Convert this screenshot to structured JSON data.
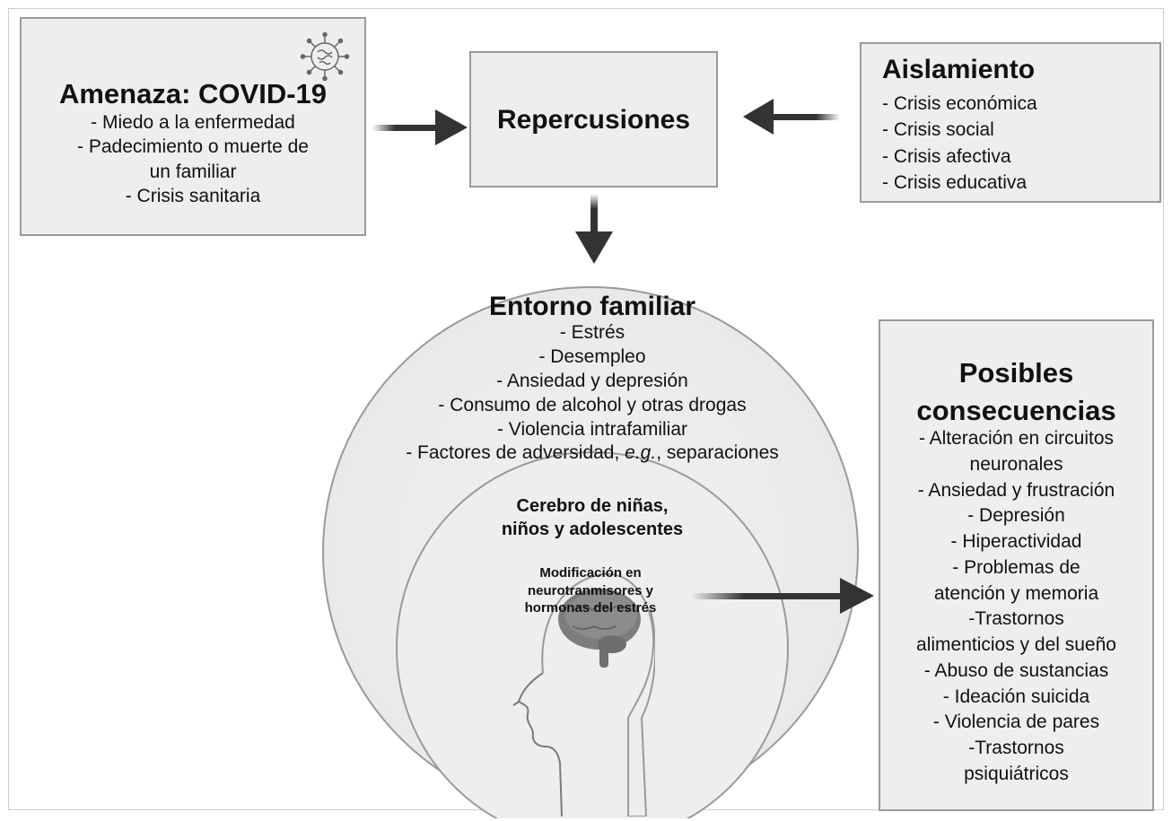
{
  "amenaza": {
    "title": "Amenaza: COVID-19",
    "items": [
      "- Miedo a la enfermedad",
      "- Padecimiento o muerte de",
      "un familiar",
      "- Crisis sanitaria"
    ]
  },
  "repercusiones": {
    "title": "Repercusiones"
  },
  "aislamiento": {
    "title": "Aislamiento",
    "items": [
      "- Crisis económica",
      "- Crisis social",
      "- Crisis afectiva",
      "- Crisis educativa"
    ]
  },
  "entorno": {
    "title": "Entorno familiar",
    "items": [
      "- Estrés",
      "- Desempleo",
      "- Ansiedad y depresión",
      "- Consumo de alcohol y otras drogas",
      "- Violencia intrafamiliar"
    ],
    "last_item_prefix": "- Factores de adversidad, ",
    "last_item_italic": "e.g.",
    "last_item_suffix": ", separaciones"
  },
  "cerebro": {
    "title_lines": [
      "Cerebro de niñas,",
      "niños y adolescentes"
    ],
    "modification_lines": [
      "Modificación en",
      "neurotranmisores y",
      "hormonas del estrés"
    ]
  },
  "consecuencias": {
    "title_lines": [
      "Posibles",
      "consecuencias"
    ],
    "items": [
      "- Alteración en circuitos",
      "neuronales",
      "- Ansiedad y frustración",
      "- Depresión",
      "- Hiperactividad",
      "- Problemas de",
      "atención y memoria",
      "-Trastornos",
      "alimenticios y del sueño",
      "- Abuso de sustancias",
      "- Ideación suicida",
      "- Violencia de pares",
      "-Trastornos",
      "psiquiátricos"
    ]
  },
  "icons": {
    "virus": "virus-icon",
    "head": "head-brain-icon"
  },
  "colors": {
    "box_fill": "#eeeeee",
    "box_border": "#9a9a9a",
    "arrow": "#333333",
    "brain": "#7d7d7d"
  }
}
